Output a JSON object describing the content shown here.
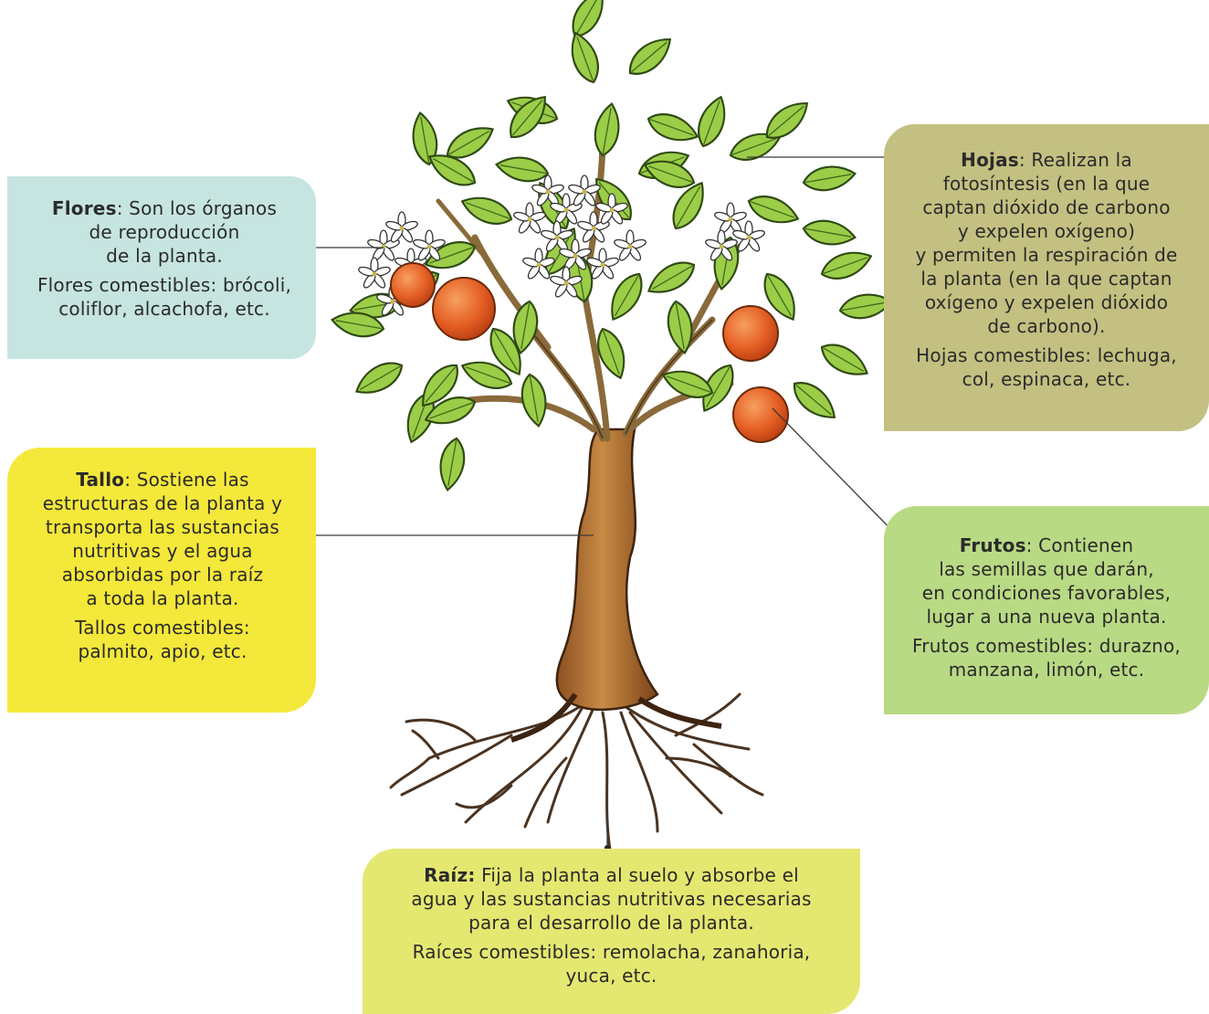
{
  "flores": {
    "term": "Flores",
    "line1": ": Son los órganos",
    "line2": "de reproducción",
    "line3": "de la planta.",
    "edible1": "Flores comestibles: brócoli,",
    "edible2": "coliflor, alcachofa, etc."
  },
  "hojas": {
    "term": "Hojas",
    "line1": ": Realizan la",
    "line2": "fotosíntesis (en la que",
    "line3": "captan dióxido de carbono",
    "line4": "y expelen oxígeno)",
    "line5": "y permiten la respiración de",
    "line6": "la planta (en la que captan",
    "line7": "oxígeno y expelen dióxido",
    "line8": "de carbono).",
    "edible1": "Hojas comestibles: lechuga,",
    "edible2": "col, espinaca, etc."
  },
  "tallo": {
    "term": "Tallo",
    "line1": ": Sostiene las",
    "line2": "estructuras de la planta y",
    "line3": "transporta las sustancias",
    "line4": "nutritivas y el agua",
    "line5": "absorbidas por la raíz",
    "line6": "a toda la planta.",
    "edible1": "Tallos comestibles:",
    "edible2": "palmito, apio, etc."
  },
  "frutos": {
    "term": "Frutos",
    "line1": ": Contienen",
    "line2": "las semillas que darán,",
    "line3": "en condiciones favorables,",
    "line4": "lugar a una nueva planta.",
    "edible1": "Frutos comestibles: durazno,",
    "edible2": "manzana, limón, etc."
  },
  "raiz": {
    "term": "Raíz:",
    "line1": " Fija la planta al suelo y absorbe el",
    "line2": "agua y las sustancias nutritivas necesarias",
    "line3": "para el desarrollo de la planta.",
    "edible1": "Raíces comestibles: remolacha, zanahoria,",
    "edible2": "yuca, etc."
  },
  "colors": {
    "flores_box": "#c6e4e0",
    "hojas_box": "#c3c081",
    "tallo_box": "#f4e83a",
    "frutos_box": "#b9da84",
    "raiz_box": "#e5e870",
    "leaf": "#8fc23f",
    "trunk": "#b5783a",
    "fruit": "#e8662a"
  }
}
